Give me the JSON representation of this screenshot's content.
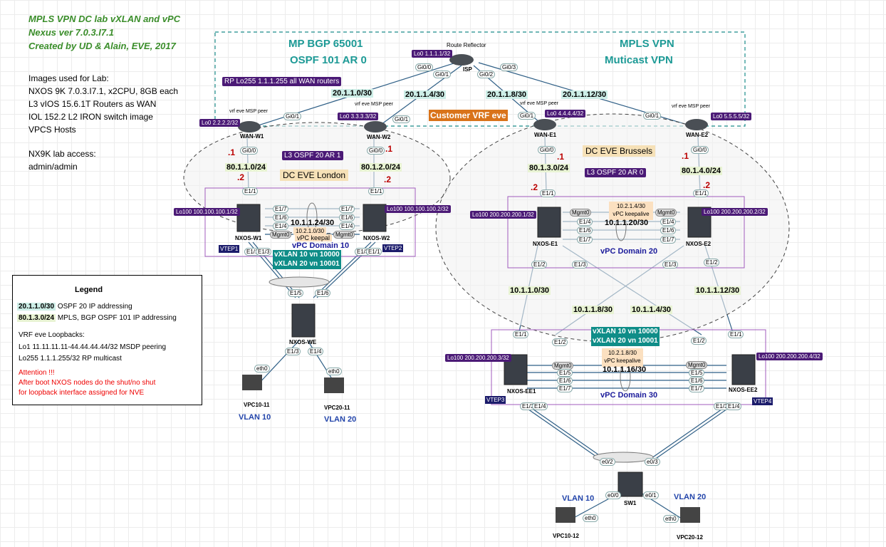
{
  "title_lines": [
    "MPLS VPN DC lab vXLAN and vPC",
    "Nexus ver 7.0.3.I7.1",
    "Created by UD & Alain, EVE, 2017"
  ],
  "images_info": [
    "Images used for Lab:",
    "NXOS 9K 7.0.3.I7.1, x2CPU, 8GB each",
    "L3 vIOS 15.6.1T Routers as WAN",
    "IOL 152.2 L2 IRON switch image",
    "VPCS Hosts",
    "",
    "NX9K lab access:",
    "admin/admin"
  ],
  "wan": {
    "bgp": "MP BGP 65001",
    "ospf": "OSPF 101 AR 0",
    "mpls": "MPLS VPN",
    "mcast": "Muticast VPN",
    "rp": "RP Lo255 1.1.1.255 all WAN routers",
    "customer": "Customer VRF eve",
    "rr": "Route Reflector",
    "isp": "ISP",
    "isp_lo": "Lo0 1.1.1.1/32"
  },
  "isp_ports": [
    "Gi0/0",
    "Gi0/1",
    "Gi0/2",
    "Gi0/3"
  ],
  "nets_20": [
    "20.1.1.0/30",
    "20.1.1.4/30",
    "20.1.1.8/30",
    "20.1.1.12/30"
  ],
  "routers": [
    {
      "name": "WAN-W1",
      "lo": "Lo0 2.2.2.2/32",
      "peer": "vrf eve MSP peer",
      "up": "Gi0/1",
      "down": "Gi0/0"
    },
    {
      "name": "WAN-W2",
      "lo": "Lo0 3.3.3.3/32",
      "peer": "vrf eve MSP peer",
      "up": "Gi0/1",
      "down": "Gi0/0"
    },
    {
      "name": "WAN-E1",
      "lo": "Lo0 4.4.4.4/32",
      "peer": "vrf eve MSP peer",
      "up": "Gi0/1",
      "down": "Gi0/0"
    },
    {
      "name": "WAN-E2",
      "lo": "Lo0 5.5.5.5/32",
      "peer": "vrf eve MSP peer",
      "up": "Gi0/1",
      "down": "Gi0/0"
    }
  ],
  "nets_80": [
    "80.1.1.0/24",
    "80.1.2.0/24",
    "80.1.3.0/24",
    "80.1.4.0/24"
  ],
  "dot_labels": {
    "one": ".1",
    "two": ".2"
  },
  "london": {
    "ospf": "L3 OSPF 20 AR 1",
    "dc": "DC EVE London"
  },
  "brussels": {
    "ospf": "L3 OSPF 20 AR 0",
    "dc": "DC EVE Brussels"
  },
  "nx_w": {
    "sw1": "NXOS-W1",
    "sw2": "NXOS-W2",
    "lo1": "Lo100 100.100.100.1/32",
    "lo2": "Lo100 100.100.100.2/32",
    "link": "10.1.1.24/30",
    "kp_net": "10.2.1.0/30",
    "kp": "vPC keepal",
    "domain": "vPC Domain 10",
    "vtep1": "VTEP1",
    "vtep2": "VTEP2",
    "vx1": "vXLAN 10  vn 10000",
    "vx2": "vXLAN 20 vn 10001"
  },
  "nx_e": {
    "sw1": "NXOS-E1",
    "sw2": "NXOS-E2",
    "lo1": "Lo100 200.200.200.1/32",
    "lo2": "Lo100 200.200.200.2/32",
    "link": "10.1.1.20/30",
    "kp_net": "10.2.1.4/30",
    "kp": "vPC keepalive",
    "domain": "vPC Domain 20"
  },
  "nx_ee": {
    "sw1": "NXOS-EE1",
    "sw2": "NXOS-EE2",
    "lo1": "Lo100 200.200.200.3/32",
    "lo2": "Lo100 200.200.200.4/32",
    "link": "10.1.1.16/30",
    "kp_net": "10.2.1.8/30",
    "kp": "vPC keepalive",
    "domain": "vPC Domain 30",
    "vtep3": "VTEP3",
    "vtep4": "VTEP4",
    "vx1": "vXLAN 10  vn 10000",
    "vx2": "vXLAN 20 vn 10001"
  },
  "ports": {
    "e11": "E1/1",
    "e12": "E1/2",
    "e13": "E1/3",
    "e14": "E1/4",
    "e15": "E1/5",
    "e16": "E1/6",
    "e17": "E1/7",
    "mgmt": "Mgmt0",
    "e0": "eth0",
    "e00": "e0/0",
    "e01": "e0/1",
    "e02": "e0/2",
    "e03": "e0/3",
    "gi00": "Gi0/0",
    "gi01": "Gi0/1"
  },
  "dc_nets": [
    "10.1.1.0/30",
    "10.1.1.8/30",
    "10.1.1.4/30",
    "10.1.1.12/30"
  ],
  "nxos_we": "NXOS-WE",
  "sw1": "SW1",
  "hosts": {
    "h1": "VPC10-11",
    "h2": "VPC20-11",
    "h3": "VPC10-12",
    "h4": "VPC20-12",
    "v10": "VLAN 10",
    "v20": "VLAN 20"
  },
  "legend": {
    "title": "Legend",
    "n20": "20.1.1.0/30",
    "n20d": "OSPF 20 IP addressing",
    "n80": "80.1.3.0/24",
    "n80d": "MPLS, BGP OSPF 101 IP addressing",
    "vrf": "VRF eve Loopbacks:",
    "lo1": "Lo1 11.11.11.11-44.44.44.44/32 MSDP peering",
    "lo255": "Lo255 1.1.1.255/32 RP multicast",
    "att": "Attention  !!!",
    "att1": "After boot NXOS nodes do the shut/no shut",
    "att2": " for loopback interface assigned for NVE"
  }
}
